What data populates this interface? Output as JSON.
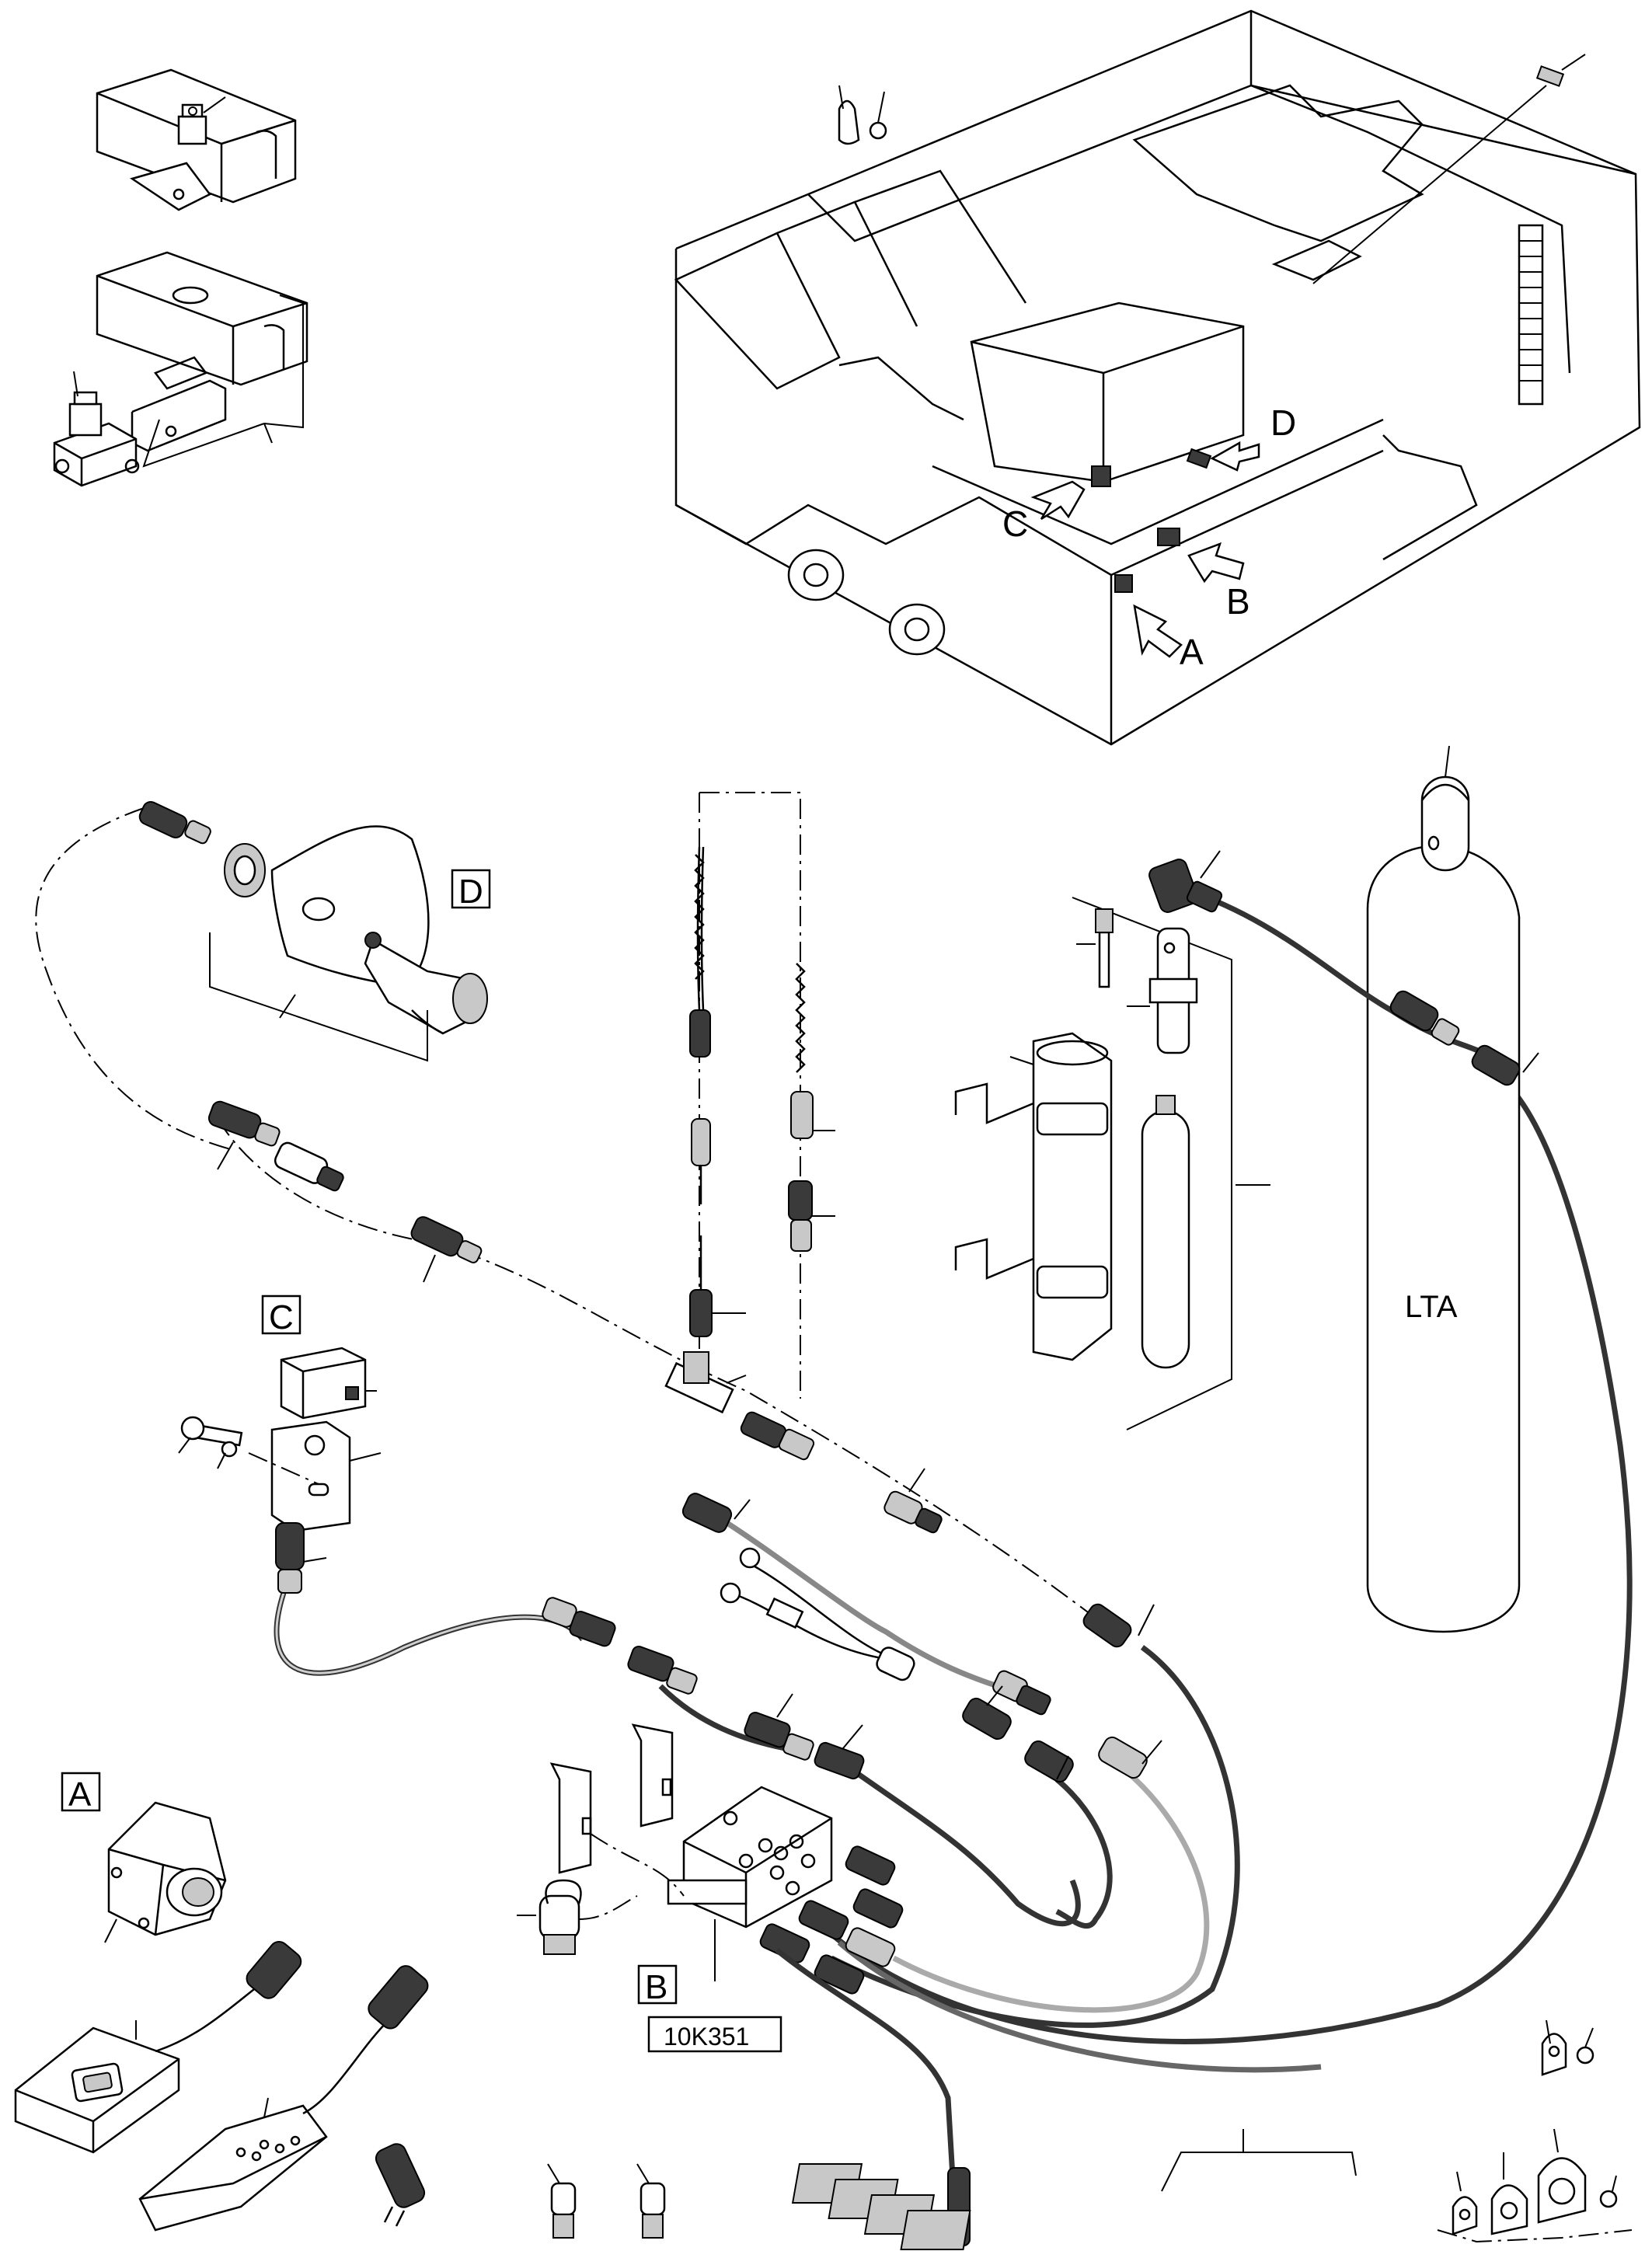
{
  "labels": {
    "detail_a_arrow": "A",
    "detail_b_arrow": "B",
    "detail_c_arrow": "C",
    "detail_d_arrow": "D",
    "detail_a_box": "A",
    "detail_b_box": "B",
    "detail_c_box": "C",
    "detail_d_box": "D",
    "cylinder": "LTA",
    "module": "10K351"
  },
  "icons": {
    "machine": "machine-overview-icon",
    "sensor": "sensor-icon",
    "connector": "cable-connector-icon",
    "junction_box": "junction-box-icon",
    "gas_bottle": "gas-cylinder-icon",
    "clamp": "cable-clamp-icon"
  }
}
